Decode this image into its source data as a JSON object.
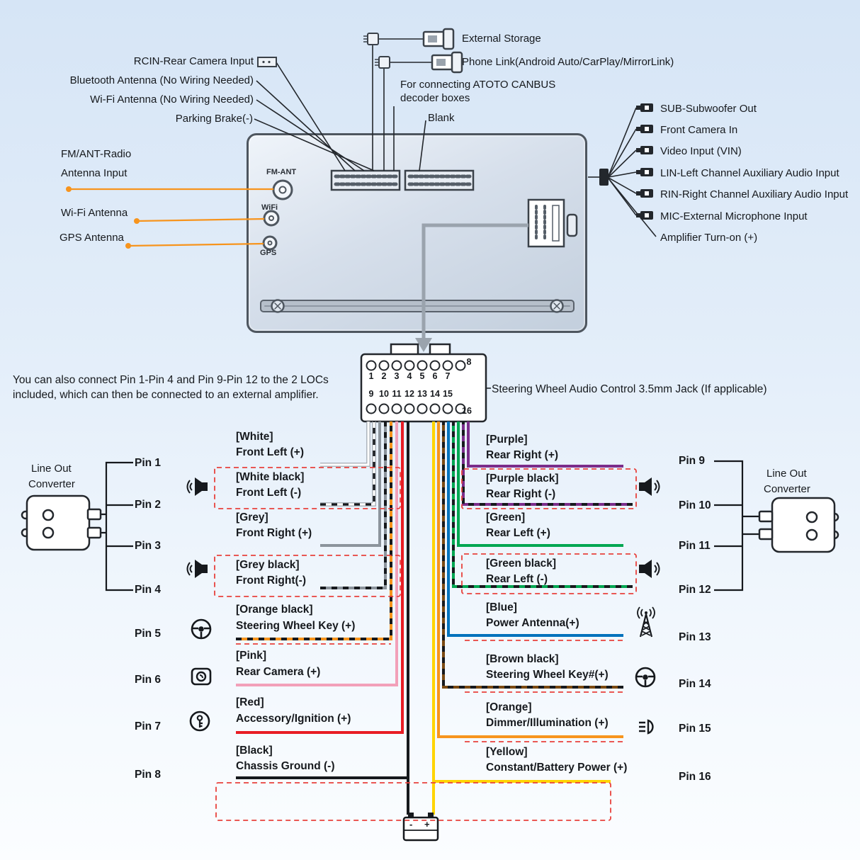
{
  "top": {
    "external_storage": "External Storage",
    "phone_link": "Phone Link(Android Auto/CarPlay/MirrorLink)",
    "rcin": "RCIN-Rear Camera Input",
    "bluetooth": "Bluetooth Antenna (No Wiring Needed)",
    "wifi_antenna_top": "Wi-Fi Antenna (No Wiring Needed)",
    "parking_brake": "Parking Brake(-)",
    "canbus_line1": "For connecting ATOTO CANBUS",
    "canbus_line2": "decoder boxes",
    "blank": "Blank",
    "fm_line1": "FM/ANT-Radio",
    "fm_line2": "Antenna Input",
    "wifi_antenna_left": "Wi-Fi Antenna",
    "gps_antenna": "GPS Antenna",
    "unit_ports": {
      "fm": "FM-ANT",
      "wifi": "WiFi",
      "gps": "GPS"
    },
    "right_ports": [
      "SUB-Subwoofer Out",
      "Front Camera In",
      "Video Input (VIN)",
      "LIN-Left Channel Auxiliary Audio Input",
      "RIN-Right Channel Auxiliary Audio Input",
      "MIC-External Microphone Input",
      "Amplifier Turn-on (+)"
    ]
  },
  "connector": {
    "numbers_top": [
      "1",
      "2",
      "3",
      "4",
      "5",
      "6",
      "7",
      "8"
    ],
    "numbers_bottom": [
      "9",
      "10",
      "11",
      "12",
      "13",
      "14",
      "15",
      "16"
    ],
    "note_line1": "You can also connect Pin 1-Pin 4 and Pin 9-Pin 12 to the 2 LOCs",
    "note_line2": "included, which can then be connected to an external amplifier.",
    "swc_jack": "Steering Wheel Audio Control 3.5mm Jack (If applicable)"
  },
  "left_pins": [
    {
      "pin": "Pin 1",
      "wire": "[White]",
      "func": "Front Left (+)"
    },
    {
      "pin": "Pin 2",
      "wire": "[White black]",
      "func": "Front Left (-)"
    },
    {
      "pin": "Pin 3",
      "wire": "[Grey]",
      "func": "Front Right (+)"
    },
    {
      "pin": "Pin 4",
      "wire": "[Grey black]",
      "func": "Front Right(-)"
    },
    {
      "pin": "Pin 5",
      "wire": "[Orange black]",
      "func": "Steering Wheel Key (+)"
    },
    {
      "pin": "Pin 6",
      "wire": "[Pink]",
      "func": "Rear Camera (+)"
    },
    {
      "pin": "Pin 7",
      "wire": "[Red]",
      "func": "Accessory/Ignition (+)"
    },
    {
      "pin": "Pin 8",
      "wire": "[Black]",
      "func": "Chassis Ground (-)"
    }
  ],
  "right_pins": [
    {
      "pin": "Pin 9",
      "wire": "[Purple]",
      "func": "Rear Right (+)"
    },
    {
      "pin": "Pin 10",
      "wire": "[Purple black]",
      "func": "Rear Right (-)"
    },
    {
      "pin": "Pin 11",
      "wire": "[Green]",
      "func": "Rear Left (+)"
    },
    {
      "pin": "Pin 12",
      "wire": "[Green black]",
      "func": "Rear Left (-)"
    },
    {
      "pin": "Pin 13",
      "wire": "[Blue]",
      "func": "Power Antenna(+)"
    },
    {
      "pin": "Pin 14",
      "wire": "[Brown black]",
      "func": "Steering Wheel Key#(+)"
    },
    {
      "pin": "Pin 15",
      "wire": "[Orange]",
      "func": "Dimmer/Illumination (+)"
    },
    {
      "pin": "Pin 16",
      "wire": "[Yellow]",
      "func": "Constant/Battery Power (+)"
    }
  ],
  "loc": {
    "line1": "Line Out",
    "line2": "Converter"
  },
  "battery": {
    "minus": "-",
    "plus": "+"
  },
  "wire_colors": {
    "white": "#ffffff",
    "grey": "#8c949c",
    "orange": "#f7941d",
    "pink": "#f2a0b9",
    "red": "#e81c24",
    "black": "#16191d",
    "purple": "#7b2d8b",
    "green": "#00a651",
    "blue": "#0072bc",
    "brown": "#7b4a12",
    "yellow": "#ffd400",
    "dashed_highlight": "#e8413c",
    "antenna_line": "#f7941d"
  }
}
